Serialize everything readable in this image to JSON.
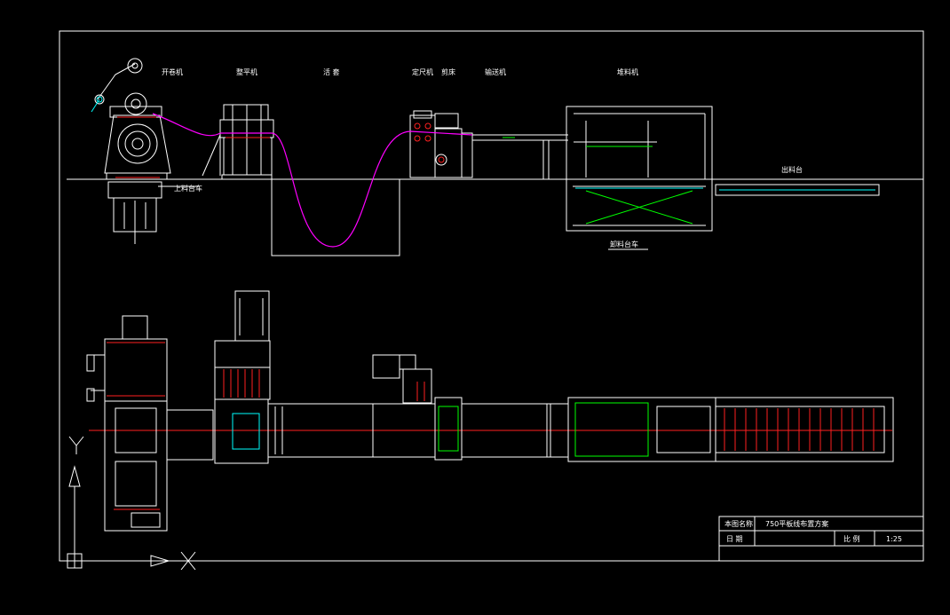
{
  "elevation_labels": {
    "uncoiler": "开卷机",
    "leveler": "整平机",
    "loop": "活 套",
    "sizer": "定尺机",
    "shear": "剪床",
    "conveyor": "输送机",
    "stacker": "堆料机",
    "discharge": "出料台",
    "loading_car": "上料台车",
    "unloading_car": "卸料台车"
  },
  "axis_labels": {
    "y": "Y",
    "x": "X"
  },
  "title_block": {
    "drawing_name_label": "本图名称",
    "drawing_name": "750平板线布置方案",
    "date_label": "日 期",
    "date_value": "",
    "scale_label": "比 例",
    "scale_value": "1:25"
  },
  "colors": {
    "background": "#000000",
    "line": "#ffffff",
    "strip": "#ff00ff",
    "red": "#ff2020",
    "green": "#00ff00",
    "cyan": "#00ffff"
  }
}
